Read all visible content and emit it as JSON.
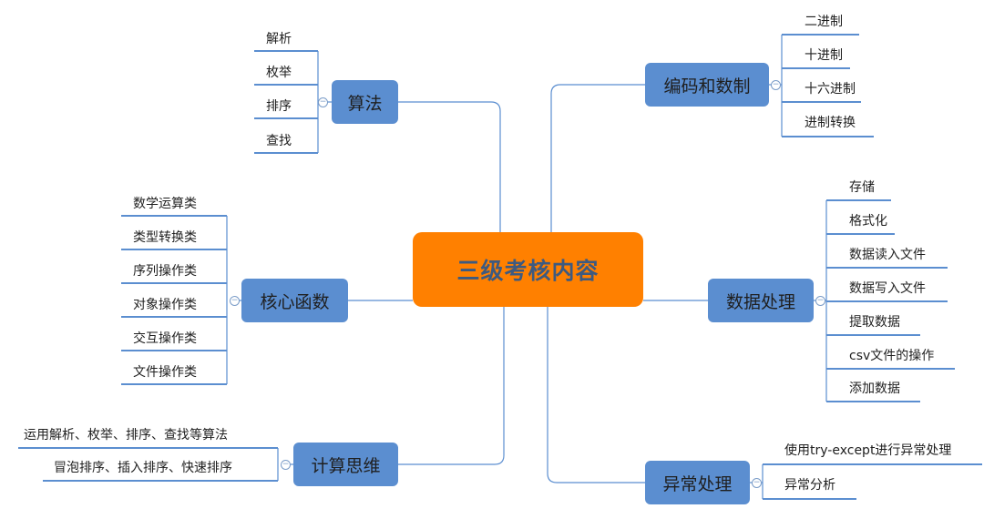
{
  "root": {
    "label": "三级考核内容"
  },
  "branches": {
    "algorithm": {
      "label": "算法",
      "items": [
        "解析",
        "枚举",
        "排序",
        "查找"
      ]
    },
    "core_functions": {
      "label": "核心函数",
      "items": [
        "数学运算类",
        "类型转换类",
        "序列操作类",
        "对象操作类",
        "交互操作类",
        "文件操作类"
      ]
    },
    "computational_thinking": {
      "label": "计算思维",
      "items": [
        "运用解析、枚举、排序、查找等算法",
        "冒泡排序、插入排序、快速排序"
      ]
    },
    "encoding": {
      "label": "编码和数制",
      "items": [
        "二进制",
        "十进制",
        "十六进制",
        "进制转换"
      ]
    },
    "data_processing": {
      "label": "数据处理",
      "items": [
        "存储",
        "格式化",
        "数据读入文件",
        "数据写入文件",
        "提取数据",
        "csv文件的操作",
        "添加数据"
      ]
    },
    "exception": {
      "label": "异常处理",
      "items": [
        "使用try-except进行异常处理",
        "异常分析"
      ]
    }
  },
  "colors": {
    "root_fill": "#ff8000",
    "root_text": "#3d5a80",
    "branch_fill": "#5b8ed0",
    "line": "#5b8ed0"
  },
  "collapse_symbol": "−"
}
